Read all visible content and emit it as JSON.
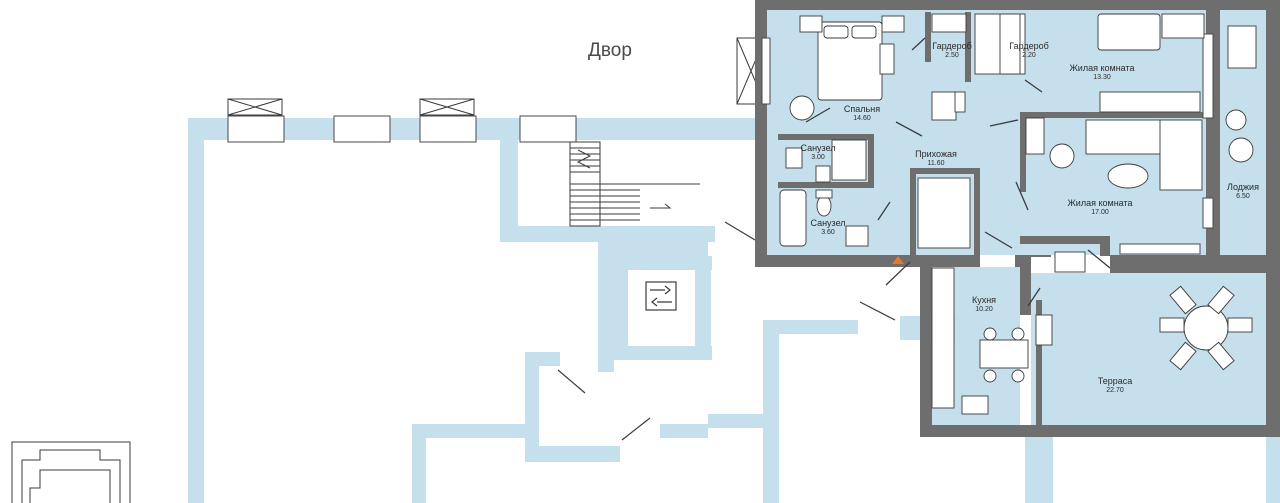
{
  "yard_label": "Двор",
  "colors": {
    "wall": "#6e6e6e",
    "room_fill": "#c6dfec",
    "neighbor_wall": "#c6dfec",
    "furniture": "#ffffff",
    "line": "#3b3b3b",
    "entrance_marker": "#e8772e"
  },
  "rooms": [
    {
      "id": "bedroom",
      "name": "Спальня",
      "area": "14.60"
    },
    {
      "id": "wardrobe1",
      "name": "Гардероб",
      "area": "2.50"
    },
    {
      "id": "wardrobe2",
      "name": "Гардероб",
      "area": "2.20"
    },
    {
      "id": "living1",
      "name": "Жилая комната",
      "area": "13.30"
    },
    {
      "id": "bath1",
      "name": "Санузел",
      "area": "3.00"
    },
    {
      "id": "hall",
      "name": "Прихожая",
      "area": "11.60"
    },
    {
      "id": "living2",
      "name": "Жилая комната",
      "area": "17.00"
    },
    {
      "id": "loggia",
      "name": "Лоджия",
      "area": "6.50"
    },
    {
      "id": "bath2",
      "name": "Санузел",
      "area": "3.60"
    },
    {
      "id": "kitchen",
      "name": "Кухня",
      "area": "10.20"
    },
    {
      "id": "terrace",
      "name": "Терраса",
      "area": "22.70"
    }
  ],
  "icons": [
    "window-icon",
    "elevator-icon",
    "entrance-marker-icon",
    "table-icon",
    "sofa-icon",
    "bed-icon",
    "bathtub-icon",
    "toilet-icon",
    "sink-icon",
    "stove-icon"
  ]
}
